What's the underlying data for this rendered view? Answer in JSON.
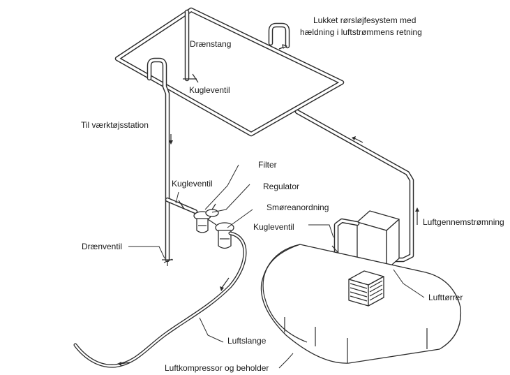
{
  "labels": {
    "closed_loop_line1": "Lukket rørsløjfesystem med",
    "closed_loop_line2": "hældning i luftstrømmens retning",
    "drain_rod": "Drænstang",
    "ball_valve_top": "Kugleventil",
    "to_tool_station": "Til værktøjsstation",
    "filter": "Filter",
    "ball_valve_left": "Kugleventil",
    "regulator": "Regulator",
    "lubricator": "Smøreanordning",
    "ball_valve_right": "Kugleventil",
    "airflow": "Luftgennemstrømning",
    "drain_valve": "Drænventil",
    "air_dryer": "Lufttørrer",
    "air_hose": "Luftslange",
    "compressor_tank": "Luftkompressor og beholder"
  }
}
